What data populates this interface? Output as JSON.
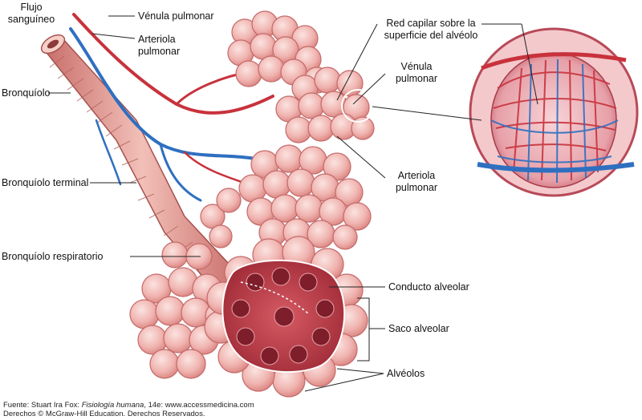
{
  "labels": {
    "flujo_line1": "Flujo",
    "flujo_line2": "sanguíneo",
    "venula_top": "Vénula pulmonar",
    "arteriola_top_1": "Arteriola",
    "arteriola_top_2": "pulmonar",
    "bronquiolo": "Bronquíolo",
    "bronquiolo_terminal": "Bronquíolo terminal",
    "bronquiolo_respiratorio": "Bronquíolo respiratorio",
    "red_capilar_1": "Red capilar sobre la",
    "red_capilar_2": "superficie del alvéolo",
    "venula_right_1": "Vénula",
    "venula_right_2": "pulmonar",
    "arteriola_right_1": "Arteriola",
    "arteriola_right_2": "pulmonar",
    "conducto_alveolar": "Conducto alveolar",
    "saco_alveolar": "Saco alveolar",
    "alveolos": "Alvéolos"
  },
  "footer": {
    "source_prefix": "Fuente: Stuart Ira Fox: ",
    "source_title": "Fisiología humana",
    "source_suffix": ", 14e: www.accessmedicina.com",
    "rights": "Derechos © McGraw-Hill Education. Derechos Reservados."
  },
  "colors": {
    "alveolus_fill": "#f0b4b0",
    "alveolus_stroke": "#c46a6a",
    "bronchiole": "#d98a84",
    "vein": "#c8323c",
    "artery": "#2f6fc0",
    "sac_interior": "#b8404c"
  }
}
